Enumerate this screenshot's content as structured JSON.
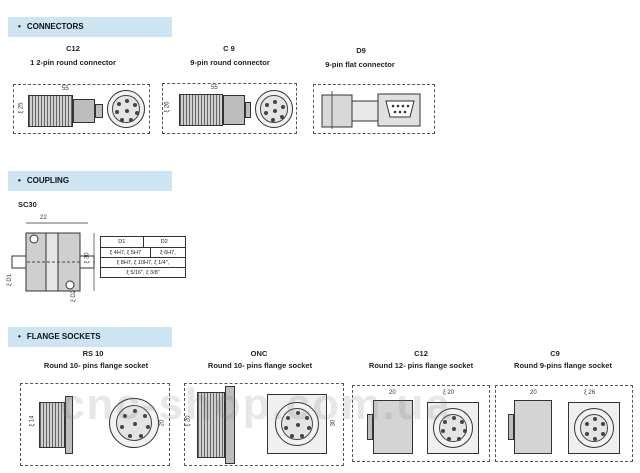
{
  "sections": {
    "connectors": {
      "bullet": "•",
      "title": "CONNECTORS"
    },
    "coupling": {
      "bullet": "•",
      "title": "COUPLING"
    },
    "flange": {
      "bullet": "•",
      "title": "FLANGE SOCKETS"
    }
  },
  "connectors": [
    {
      "code": "C12",
      "desc": "1 2-pin round connector",
      "dim_len": "55",
      "dim_dia": "ξ 25"
    },
    {
      "code": "C  9",
      "desc": "9-pin round connector",
      "dim_len": "55",
      "dim_dia": "ξ 26"
    },
    {
      "code": "D9",
      "desc": "9-pin flat connector"
    }
  ],
  "coupling": {
    "code": "SC30",
    "dim_width": "22",
    "dim_height": "ξ 30",
    "dim_d1": "ξ D1",
    "dim_d2": "ξ D2",
    "table": {
      "headers": [
        "D1",
        "D2"
      ],
      "rows": [
        [
          "ξ 4H7, ξ 5H7",
          "ξ 6H7,"
        ],
        [
          "ξ 8H7, ξ 10H7, ξ 1/4\","
        ],
        [
          "ξ 5/16\", ξ 3/8\""
        ]
      ]
    }
  },
  "flange_sockets": [
    {
      "code": "RS 10",
      "desc": "Round  10- pins  flange socket",
      "dim_a": "ξ 14",
      "dim_b": "20"
    },
    {
      "code": "ONC",
      "desc": "Round  10- pins flange socket",
      "dim_a": "ξ 20",
      "dim_b": "30"
    },
    {
      "code": "C12",
      "desc": "Round  12- pins  flange socket",
      "dim_a": "20",
      "dim_b": "ξ 20"
    },
    {
      "code": "C9",
      "desc": "Round 9-pins   flange socket",
      "dim_a": "20",
      "dim_b": "ξ 26"
    }
  ],
  "watermark": "cnc-shop.com.ua"
}
